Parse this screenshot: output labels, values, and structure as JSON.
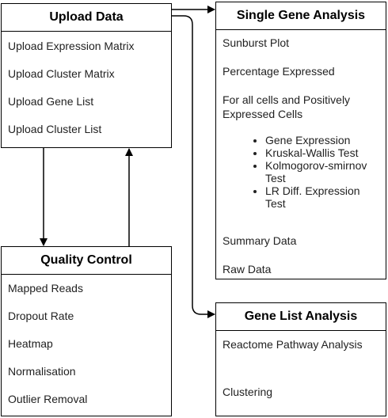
{
  "upload_data": {
    "title": "Upload Data",
    "items": [
      "Upload Expression Matrix",
      "Upload Cluster Matrix",
      "Upload Gene List",
      "Upload Cluster List"
    ]
  },
  "quality_control": {
    "title": "Quality Control",
    "items": [
      "Mapped Reads",
      "Dropout Rate",
      "Heatmap",
      "Normalisation",
      "Outlier Removal"
    ]
  },
  "single_gene_analysis": {
    "title": "Single Gene Analysis",
    "items_top": [
      "Sunburst Plot",
      "Percentage Expressed",
      "For all cells and Positively Expressed Cells"
    ],
    "bullets": [
      "Gene Expression",
      "Kruskal-Wallis Test",
      "Kolmogorov-smirnov Test",
      "LR Diff. Expression Test"
    ],
    "items_bottom": [
      "Summary Data",
      "Raw Data"
    ]
  },
  "gene_list_analysis": {
    "title": "Gene List Analysis",
    "items": [
      "Reactome Pathway Analysis",
      "Clustering"
    ]
  },
  "colors": {
    "stroke": "#000000",
    "background": "#ffffff",
    "text": "#222222"
  }
}
